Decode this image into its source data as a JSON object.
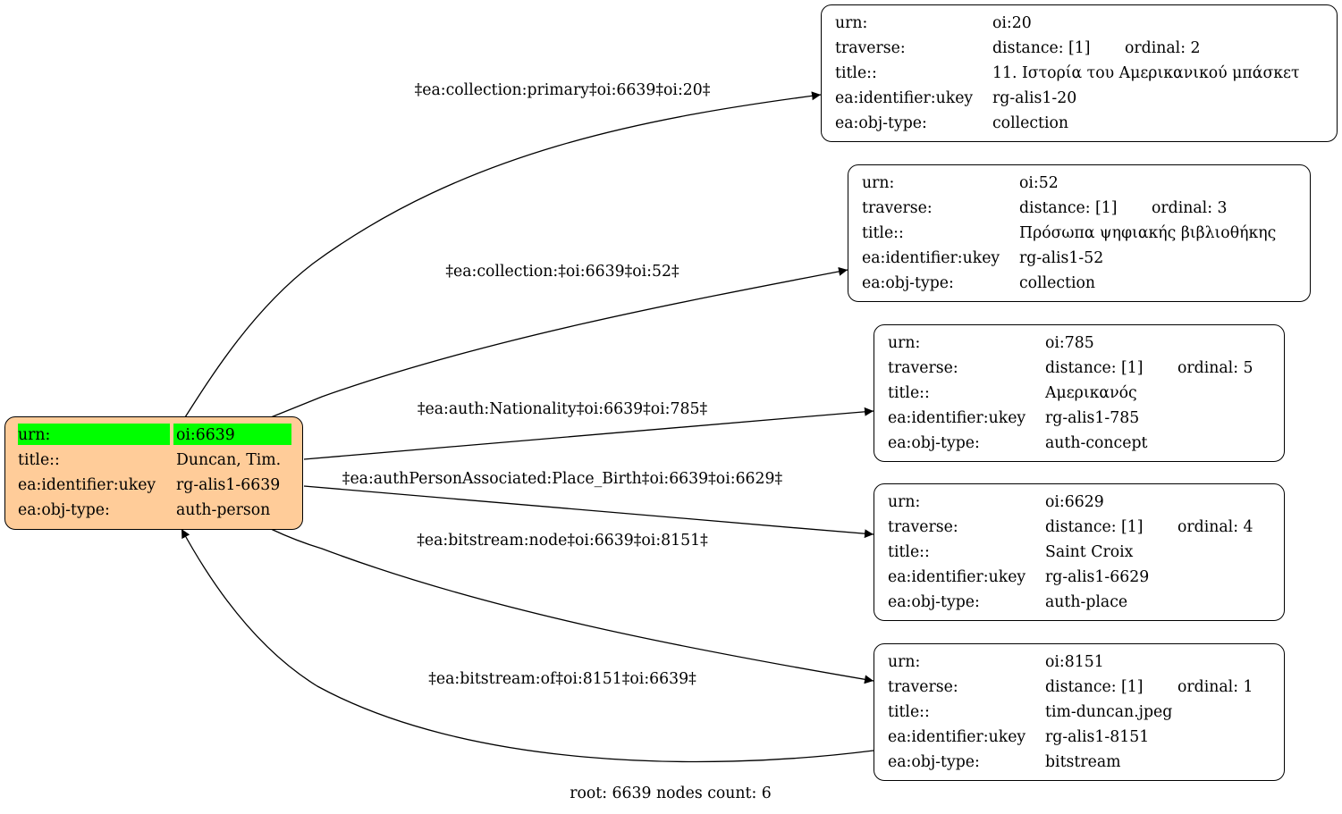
{
  "root_node": {
    "urn_key": "urn:",
    "urn": "oi:6639",
    "title_key": "title::",
    "title": "Duncan, Tim.",
    "ukey_key": "ea:identifier:ukey",
    "ukey": "rg-alis1-6639",
    "type_key": "ea:obj-type:",
    "type": "auth-person",
    "highlight_color": "#00ff00",
    "fill_color": "#ffcc99"
  },
  "nodes": [
    {
      "urn_key": "urn:",
      "urn": "oi:20",
      "traverse_key": "traverse:",
      "distance": "distance: [1]",
      "ordinal": "ordinal: 2",
      "title_key": "title::",
      "title": "11. Ιστορία του Αμερικανικού μπάσκετ",
      "ukey_key": "ea:identifier:ukey",
      "ukey": "rg-alis1-20",
      "type_key": "ea:obj-type:",
      "type": "collection"
    },
    {
      "urn_key": "urn:",
      "urn": "oi:52",
      "traverse_key": "traverse:",
      "distance": "distance: [1]",
      "ordinal": "ordinal: 3",
      "title_key": "title::",
      "title": "Πρόσωπα ψηφιακής βιβλιοθήκης",
      "ukey_key": "ea:identifier:ukey",
      "ukey": "rg-alis1-52",
      "type_key": "ea:obj-type:",
      "type": "collection"
    },
    {
      "urn_key": "urn:",
      "urn": "oi:785",
      "traverse_key": "traverse:",
      "distance": "distance: [1]",
      "ordinal": "ordinal: 5",
      "title_key": "title::",
      "title": "Αμερικανός",
      "ukey_key": "ea:identifier:ukey",
      "ukey": "rg-alis1-785",
      "type_key": "ea:obj-type:",
      "type": "auth-concept"
    },
    {
      "urn_key": "urn:",
      "urn": "oi:6629",
      "traverse_key": "traverse:",
      "distance": "distance: [1]",
      "ordinal": "ordinal: 4",
      "title_key": "title::",
      "title": "Saint Croix",
      "ukey_key": "ea:identifier:ukey",
      "ukey": "rg-alis1-6629",
      "type_key": "ea:obj-type:",
      "type": "auth-place"
    },
    {
      "urn_key": "urn:",
      "urn": "oi:8151",
      "traverse_key": "traverse:",
      "distance": "distance: [1]",
      "ordinal": "ordinal: 1",
      "title_key": "title::",
      "title": "tim-duncan.jpeg",
      "ukey_key": "ea:identifier:ukey",
      "ukey": "rg-alis1-8151",
      "type_key": "ea:obj-type:",
      "type": "bitstream"
    }
  ],
  "edges": [
    {
      "label": "‡ea:collection:primary‡oi:6639‡oi:20‡",
      "from": "oi:6639",
      "to": "oi:20"
    },
    {
      "label": "‡ea:collection:‡oi:6639‡oi:52‡",
      "from": "oi:6639",
      "to": "oi:52"
    },
    {
      "label": "‡ea:auth:Nationality‡oi:6639‡oi:785‡",
      "from": "oi:6639",
      "to": "oi:785"
    },
    {
      "label": "‡ea:authPersonAssociated:Place_Birth‡oi:6639‡oi:6629‡",
      "from": "oi:6639",
      "to": "oi:6629"
    },
    {
      "label": "‡ea:bitstream:node‡oi:6639‡oi:8151‡",
      "from": "oi:6639",
      "to": "oi:8151"
    },
    {
      "label": "‡ea:bitstream:of‡oi:8151‡oi:6639‡",
      "from": "oi:8151",
      "to": "oi:6639"
    }
  ],
  "footer": "root: 6639 nodes count: 6"
}
